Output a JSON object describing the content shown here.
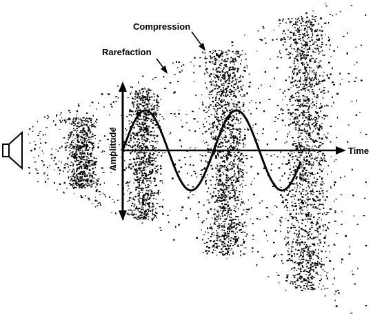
{
  "labels": {
    "compression": "Compression",
    "rarefaction": "Rarefaction",
    "amplitude": "Amplitude",
    "time": "Time"
  },
  "colors": {
    "ink": "#000000",
    "background": "#ffffff"
  },
  "icons": {
    "source": "speaker-icon"
  }
}
